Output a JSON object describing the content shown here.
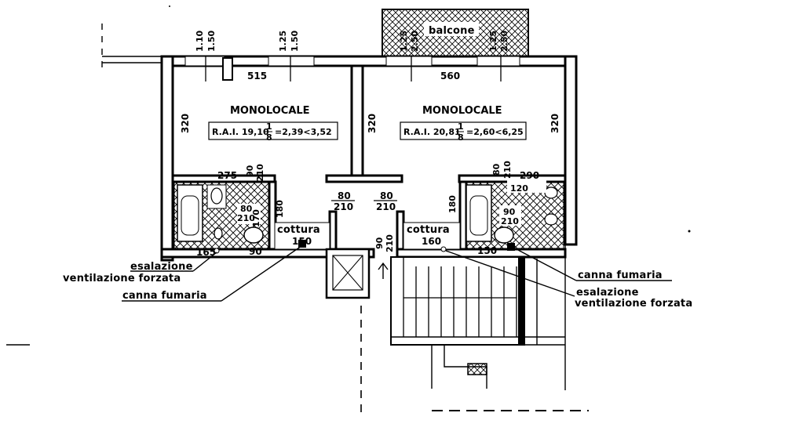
{
  "rooms": {
    "left": {
      "name": "MONOLOCALE",
      "rai": "R.A.I. 19,10",
      "fraction_num": "1",
      "fraction_den": "8",
      "rai_result": "=2,39<3,52",
      "width": "515",
      "height_left": "320",
      "kitchen_label": "cottura",
      "kitchen_width": "150"
    },
    "right": {
      "name": "MONOLOCALE",
      "rai": "R.A.I. 20,81",
      "fraction_num": "1",
      "fraction_den": "8",
      "rai_result": "=2,60<6,25",
      "width": "560",
      "height_left": "320",
      "height_right": "320",
      "kitchen_label": "cottura",
      "kitchen_width": "160"
    }
  },
  "dimensions": {
    "window_l1_a": "1.10",
    "window_l1_b": "1.50",
    "window_l2_a": "1.25",
    "window_l2_b": "1.50",
    "window_r1_a": "1.25",
    "window_r1_b": "2.50",
    "window_r2_a": "1.25",
    "window_r2_b": "2.50",
    "door_l_w": "80",
    "door_l_h": "210",
    "door_r_w": "80",
    "door_r_h": "210",
    "bath_l_275": "275",
    "bath_l_90": "90",
    "bath_l_210": "210",
    "bath_l_180": "180",
    "bath_l_80": "80",
    "bath_l_210b": "210",
    "bath_l_170": "170",
    "bath_l_165": "165",
    "bath_l_90b": "90",
    "bath_r_290": "290",
    "bath_r_80": "80",
    "bath_r_210": "210",
    "bath_r_120": "120",
    "bath_r_180": "180",
    "bath_r_90": "90",
    "bath_r_210b": "210",
    "bath_r_150": "150",
    "entry_90": "90",
    "entry_210": "210"
  },
  "labels": {
    "balcone": "balcone",
    "esalazione": "esalazione",
    "ventilazione": "ventilazione forzata",
    "canna": "canna fumaria"
  }
}
